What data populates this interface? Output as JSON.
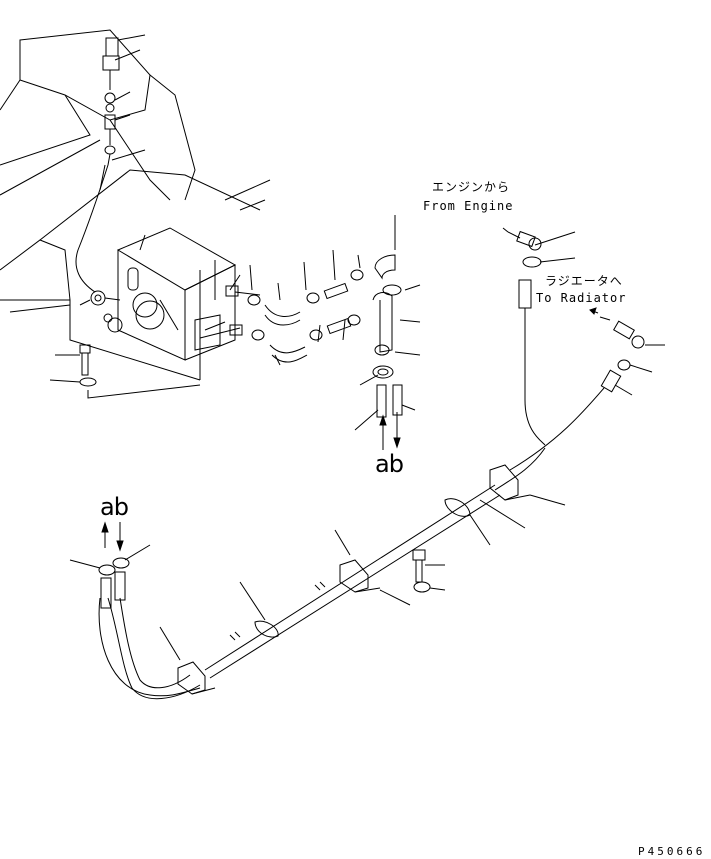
{
  "labels": {
    "from_engine_jp": "エンジンから",
    "from_engine_en": "From Engine",
    "to_radiator_jp": "ラジエータへ",
    "to_radiator_en": "To Radiator",
    "ab_upper": "ab",
    "ab_lower": "ab"
  },
  "drawing_code": "P450666"
}
